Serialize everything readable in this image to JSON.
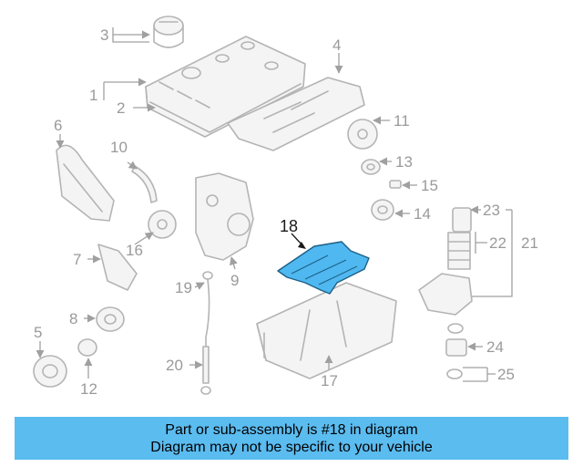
{
  "diagram": {
    "callouts": [
      "1",
      "2",
      "3",
      "4",
      "5",
      "6",
      "7",
      "8",
      "9",
      "10",
      "11",
      "12",
      "13",
      "14",
      "15",
      "16",
      "17",
      "18",
      "19",
      "20",
      "21",
      "22",
      "23",
      "24",
      "25"
    ],
    "highlighted_part": "18",
    "highlight_color": "#4fb8f0"
  },
  "caption": {
    "line1": "Part or sub-assembly is #18 in diagram",
    "line2": "Diagram may not be specific to your vehicle",
    "background": "#5bbcf0"
  }
}
